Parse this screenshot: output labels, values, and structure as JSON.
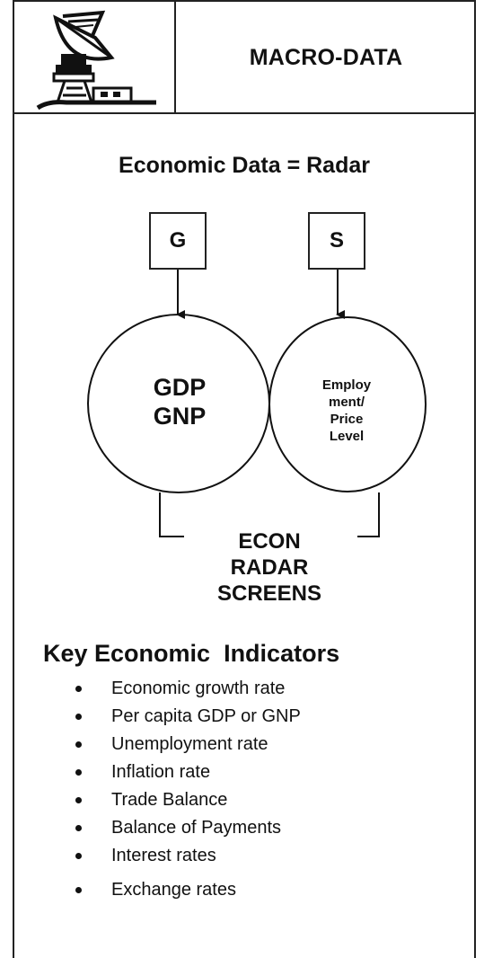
{
  "header": {
    "title": "MACRO-DATA",
    "logo_icon": "satellite-dish-icon"
  },
  "diagram": {
    "title": "Economic Data = Radar",
    "box_left": "G",
    "box_right": "S",
    "circle_left": [
      "GDP",
      "GNP"
    ],
    "circle_right": [
      "Employ",
      "ment/",
      "Price",
      "Level"
    ],
    "bottom_label": [
      "ECON",
      "RADAR",
      "SCREENS"
    ]
  },
  "indicators": {
    "title": "Key Economic  Indicators",
    "items": [
      "Economic growth rate",
      "Per capita GDP or GNP",
      "Unemployment rate",
      "Inflation rate",
      "Trade Balance",
      "Balance of Payments",
      "Interest rates",
      "Exchange rates"
    ]
  }
}
